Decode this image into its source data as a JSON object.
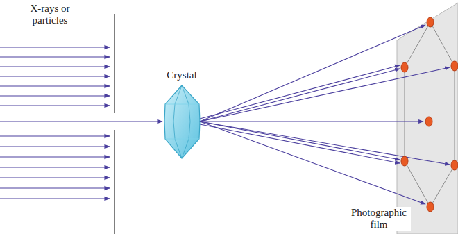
{
  "diagram": {
    "labels": [
      "X-rays or particles",
      "Crystal",
      "Photographic film"
    ]
  }
}
